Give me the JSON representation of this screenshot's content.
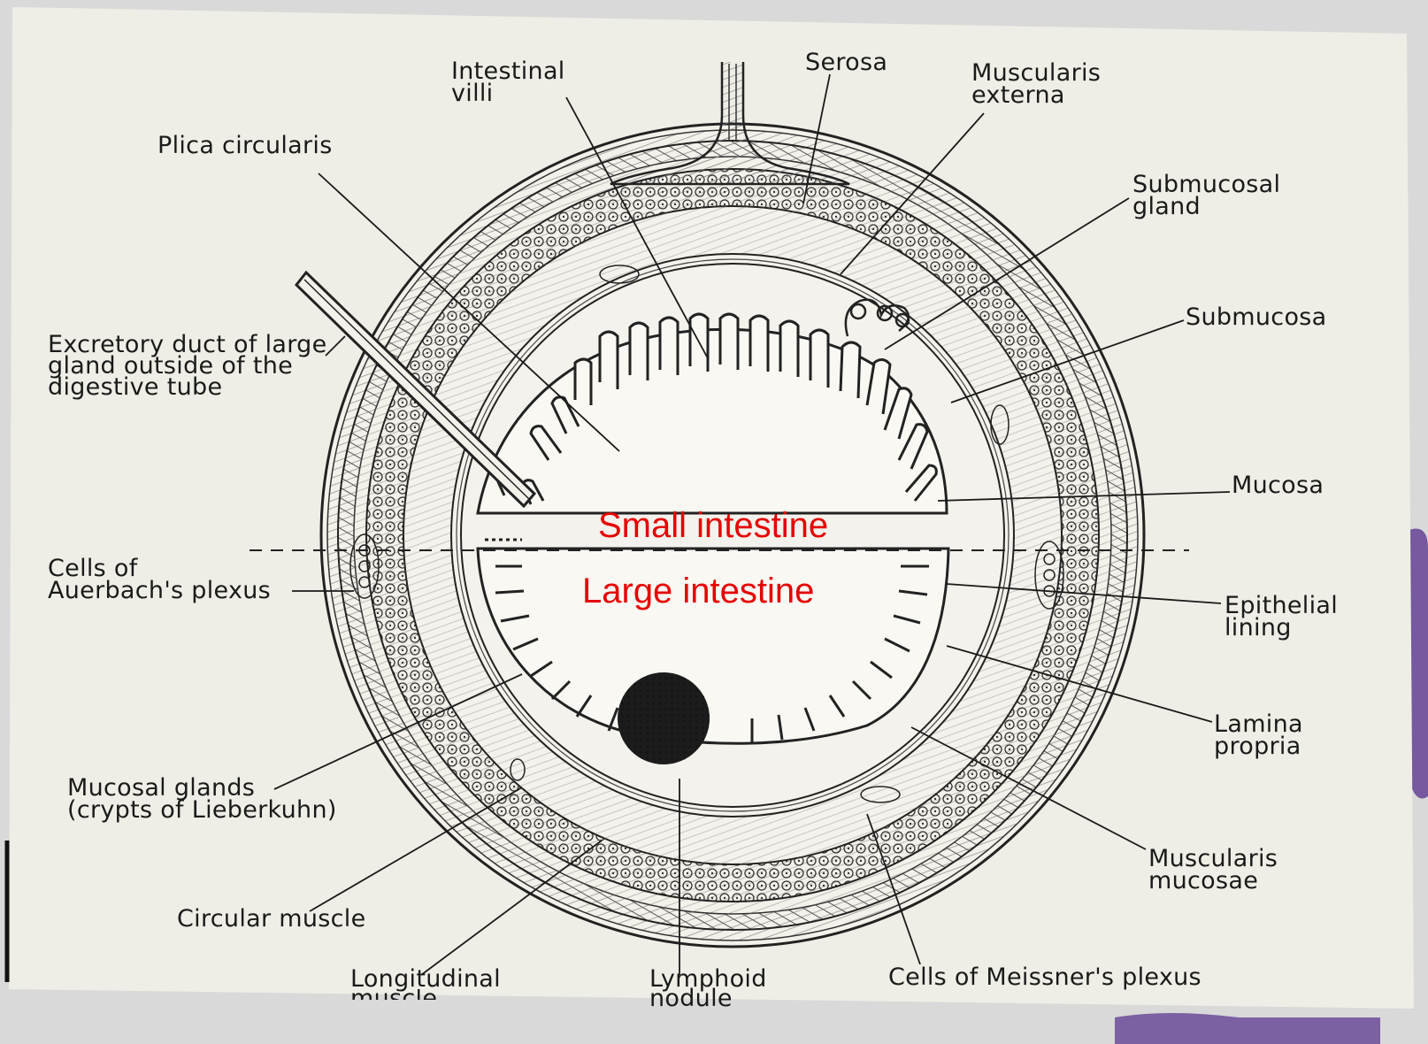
{
  "diagram": {
    "labels": {
      "intestinal_villi": [
        "Intestinal",
        "villi"
      ],
      "serosa": [
        "Serosa"
      ],
      "muscularis_externa": [
        "Muscularis",
        "externa"
      ],
      "plica_circularis": [
        "Plica circularis"
      ],
      "submucosal_gland": [
        "Submucosal",
        "gland"
      ],
      "excretory_duct": [
        "Excretory duct of large",
        "gland outside of the",
        "digestive tube"
      ],
      "submucosa": [
        "Submucosa"
      ],
      "mucosa": [
        "Mucosa"
      ],
      "auerbach": [
        "Cells of",
        "Auerbach's plexus"
      ],
      "epithelial_lining": [
        "Epithelial",
        "lining"
      ],
      "lamina_propria": [
        "Lamina",
        "propria"
      ],
      "mucosal_glands": [
        "Mucosal glands",
        "(crypts of Lieberkuhn)"
      ],
      "muscularis_mucosae": [
        "Muscularis",
        "mucosae"
      ],
      "circular_muscle": [
        "Circular muscle"
      ],
      "longitudinal_muscle": [
        "Longitudinal",
        "muscle"
      ],
      "lymphoid_nodule": [
        "Lymphoid",
        "nodule"
      ],
      "meissner": [
        "Cells of Meissner's plexus"
      ]
    },
    "regions": {
      "small_intestine": "Small intestine",
      "large_intestine": "Large intestine"
    },
    "colors": {
      "paper": "#efeee6",
      "ink": "#1f1f1f",
      "annotation": "#e60000",
      "stain": "#6a4a98"
    }
  }
}
